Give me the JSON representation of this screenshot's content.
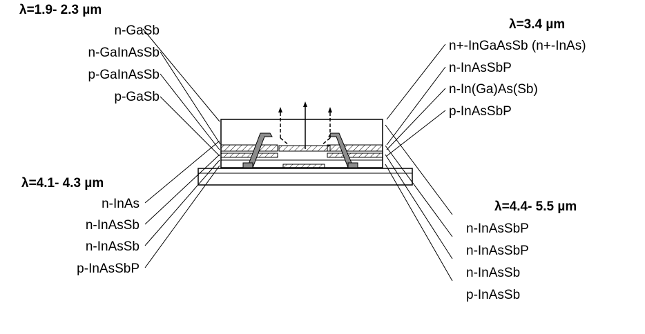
{
  "groups": [
    {
      "name": "top-left",
      "header": "λ=1.9- 2.3 µm",
      "labels": [
        "n-GaSb",
        "n-GaInAsSb",
        "p-GaInAsSb",
        "p-GaSb"
      ]
    },
    {
      "name": "top-right",
      "header": "λ=3.4 µm",
      "labels": [
        "n+-InGaAsSb (n+-InAs)",
        "n-InAsSbP",
        "n-In(Ga)As(Sb)",
        "p-InAsSbP"
      ]
    },
    {
      "name": "bottom-left",
      "header": "λ=4.1- 4.3 µm",
      "labels": [
        "n-InAs",
        "n-InAsSb",
        "n-InAsSb",
        "p-InAsSbP"
      ]
    },
    {
      "name": "bottom-right",
      "header": "λ=4.4- 5.5 µm",
      "labels": [
        "n-InAsSbP",
        "n-InAsSbP",
        "n-InAsSb",
        "p-InAsSb"
      ]
    }
  ],
  "colors": {
    "line": "#000000",
    "contact": "#8c8c8c",
    "hatch": "#000000",
    "background": "#ffffff"
  }
}
